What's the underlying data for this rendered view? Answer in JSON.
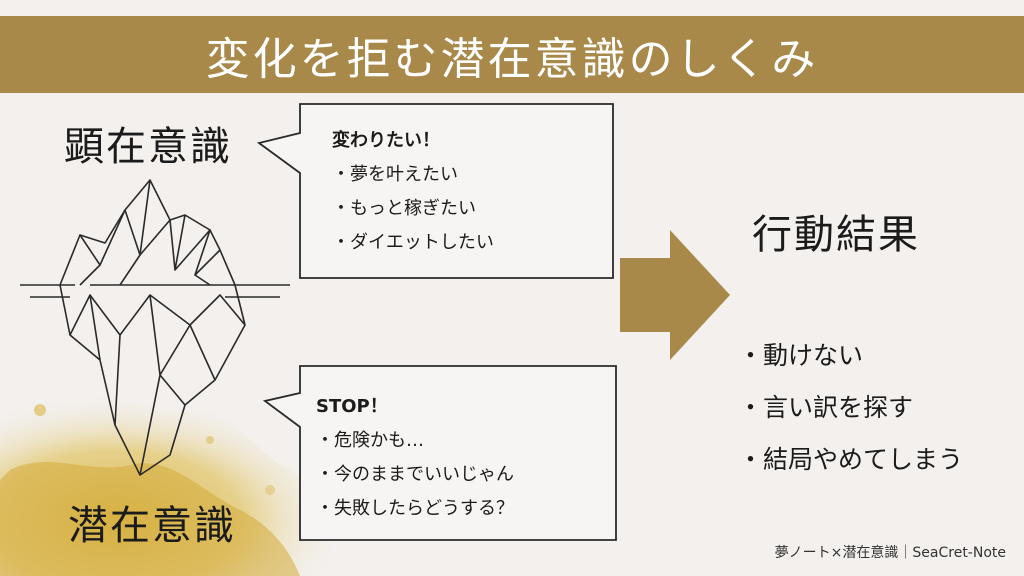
{
  "title": "変化を拒む潜在意識のしくみ",
  "labels": {
    "conscious": "顕在意識",
    "subconscious": "潜在意識"
  },
  "bubble_top": {
    "heading": "変わりたい！",
    "items": [
      "・夢を叶えたい",
      "・もっと稼ぎたい",
      "・ダイエットしたい"
    ]
  },
  "bubble_bottom": {
    "heading": "STOP！",
    "items": [
      "・危険かも…",
      "・今のままでいいじゃん",
      "・失敗したらどうする？"
    ]
  },
  "result": {
    "title": "行動結果",
    "items": [
      "・動けない",
      "・言い訳を探す",
      "・結局やめてしまう"
    ]
  },
  "credit": "夢ノート×潜在意識｜SeaCret-Note",
  "colors": {
    "accent": "#a8894a",
    "background": "#f3f0ed",
    "splash": "#d9b545"
  },
  "icons": [
    "iceberg-icon",
    "right-arrow-icon",
    "gold-paint-splash"
  ]
}
